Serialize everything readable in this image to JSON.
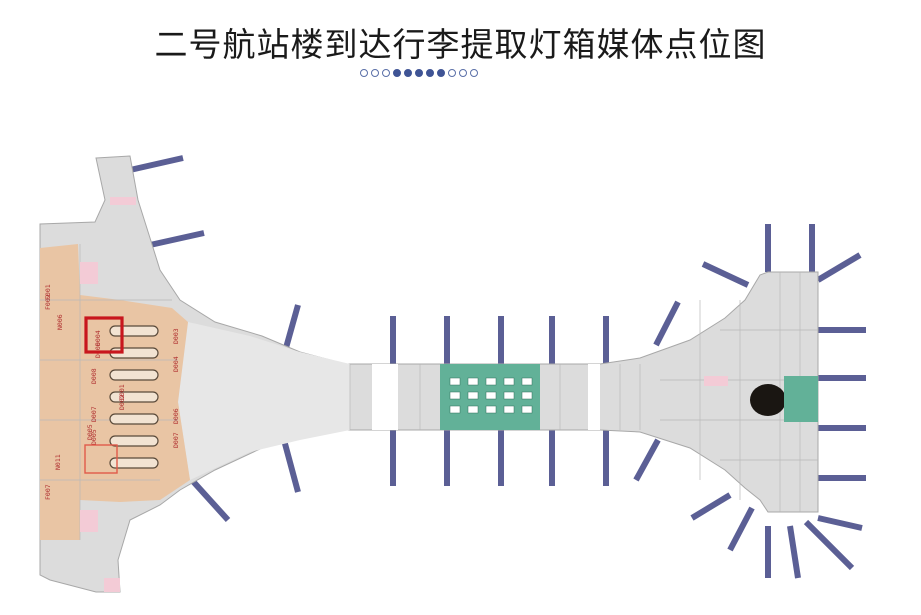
{
  "title": "二号航站楼到达行李提取灯箱媒体点位图",
  "pagination": {
    "total": 11,
    "active": [
      4,
      5,
      6,
      7,
      8
    ]
  },
  "colors": {
    "bridge": "#5b5f95",
    "arrival_hall": "#e9c5a4",
    "terminal_floor": "#dcdcdc",
    "green_zone": "#62b198",
    "highlight_box": "#c8161d",
    "highlight_box_secondary": "#e05a4a",
    "pink_area": "#f3cbd6"
  },
  "map": {
    "floor_labels": [
      "D006",
      "D005",
      "D008",
      "D007",
      "D004",
      "D003",
      "D004",
      "D002",
      "D001",
      "D005",
      "D006",
      "D007"
    ],
    "area_labels": [
      "F002",
      "F001",
      "N006",
      "N011",
      "F007"
    ]
  }
}
